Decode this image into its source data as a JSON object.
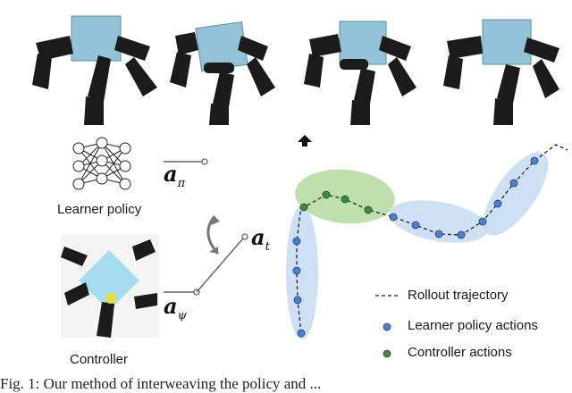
{
  "labels": {
    "learner_policy": "Learner policy",
    "controller": "Controller"
  },
  "math": {
    "a_pi_base": "a",
    "a_pi_sub": "π",
    "a_t_base": "a",
    "a_t_sub": "t",
    "a_psi_base": "a",
    "a_psi_sub": "ψ"
  },
  "legend": {
    "trajectory": "Rollout trajectory",
    "learner_actions": "Learner policy actions",
    "controller_actions": "Controller actions"
  },
  "caption": "Fig. 1: Our method of interweaving the policy and ...",
  "colors": {
    "learner_point": "#4a80d6",
    "controller_point": "#3c8a3a",
    "blue_region": "#c6dbf1",
    "green_region": "#a8d690",
    "cube": "#93c3d8",
    "robot": "#1b1b1b"
  },
  "icons": [
    "neural-network-icon",
    "hand-controller-icon",
    "robot-hand-frame",
    "switch-arrow-icon",
    "up-arrow-icon"
  ]
}
